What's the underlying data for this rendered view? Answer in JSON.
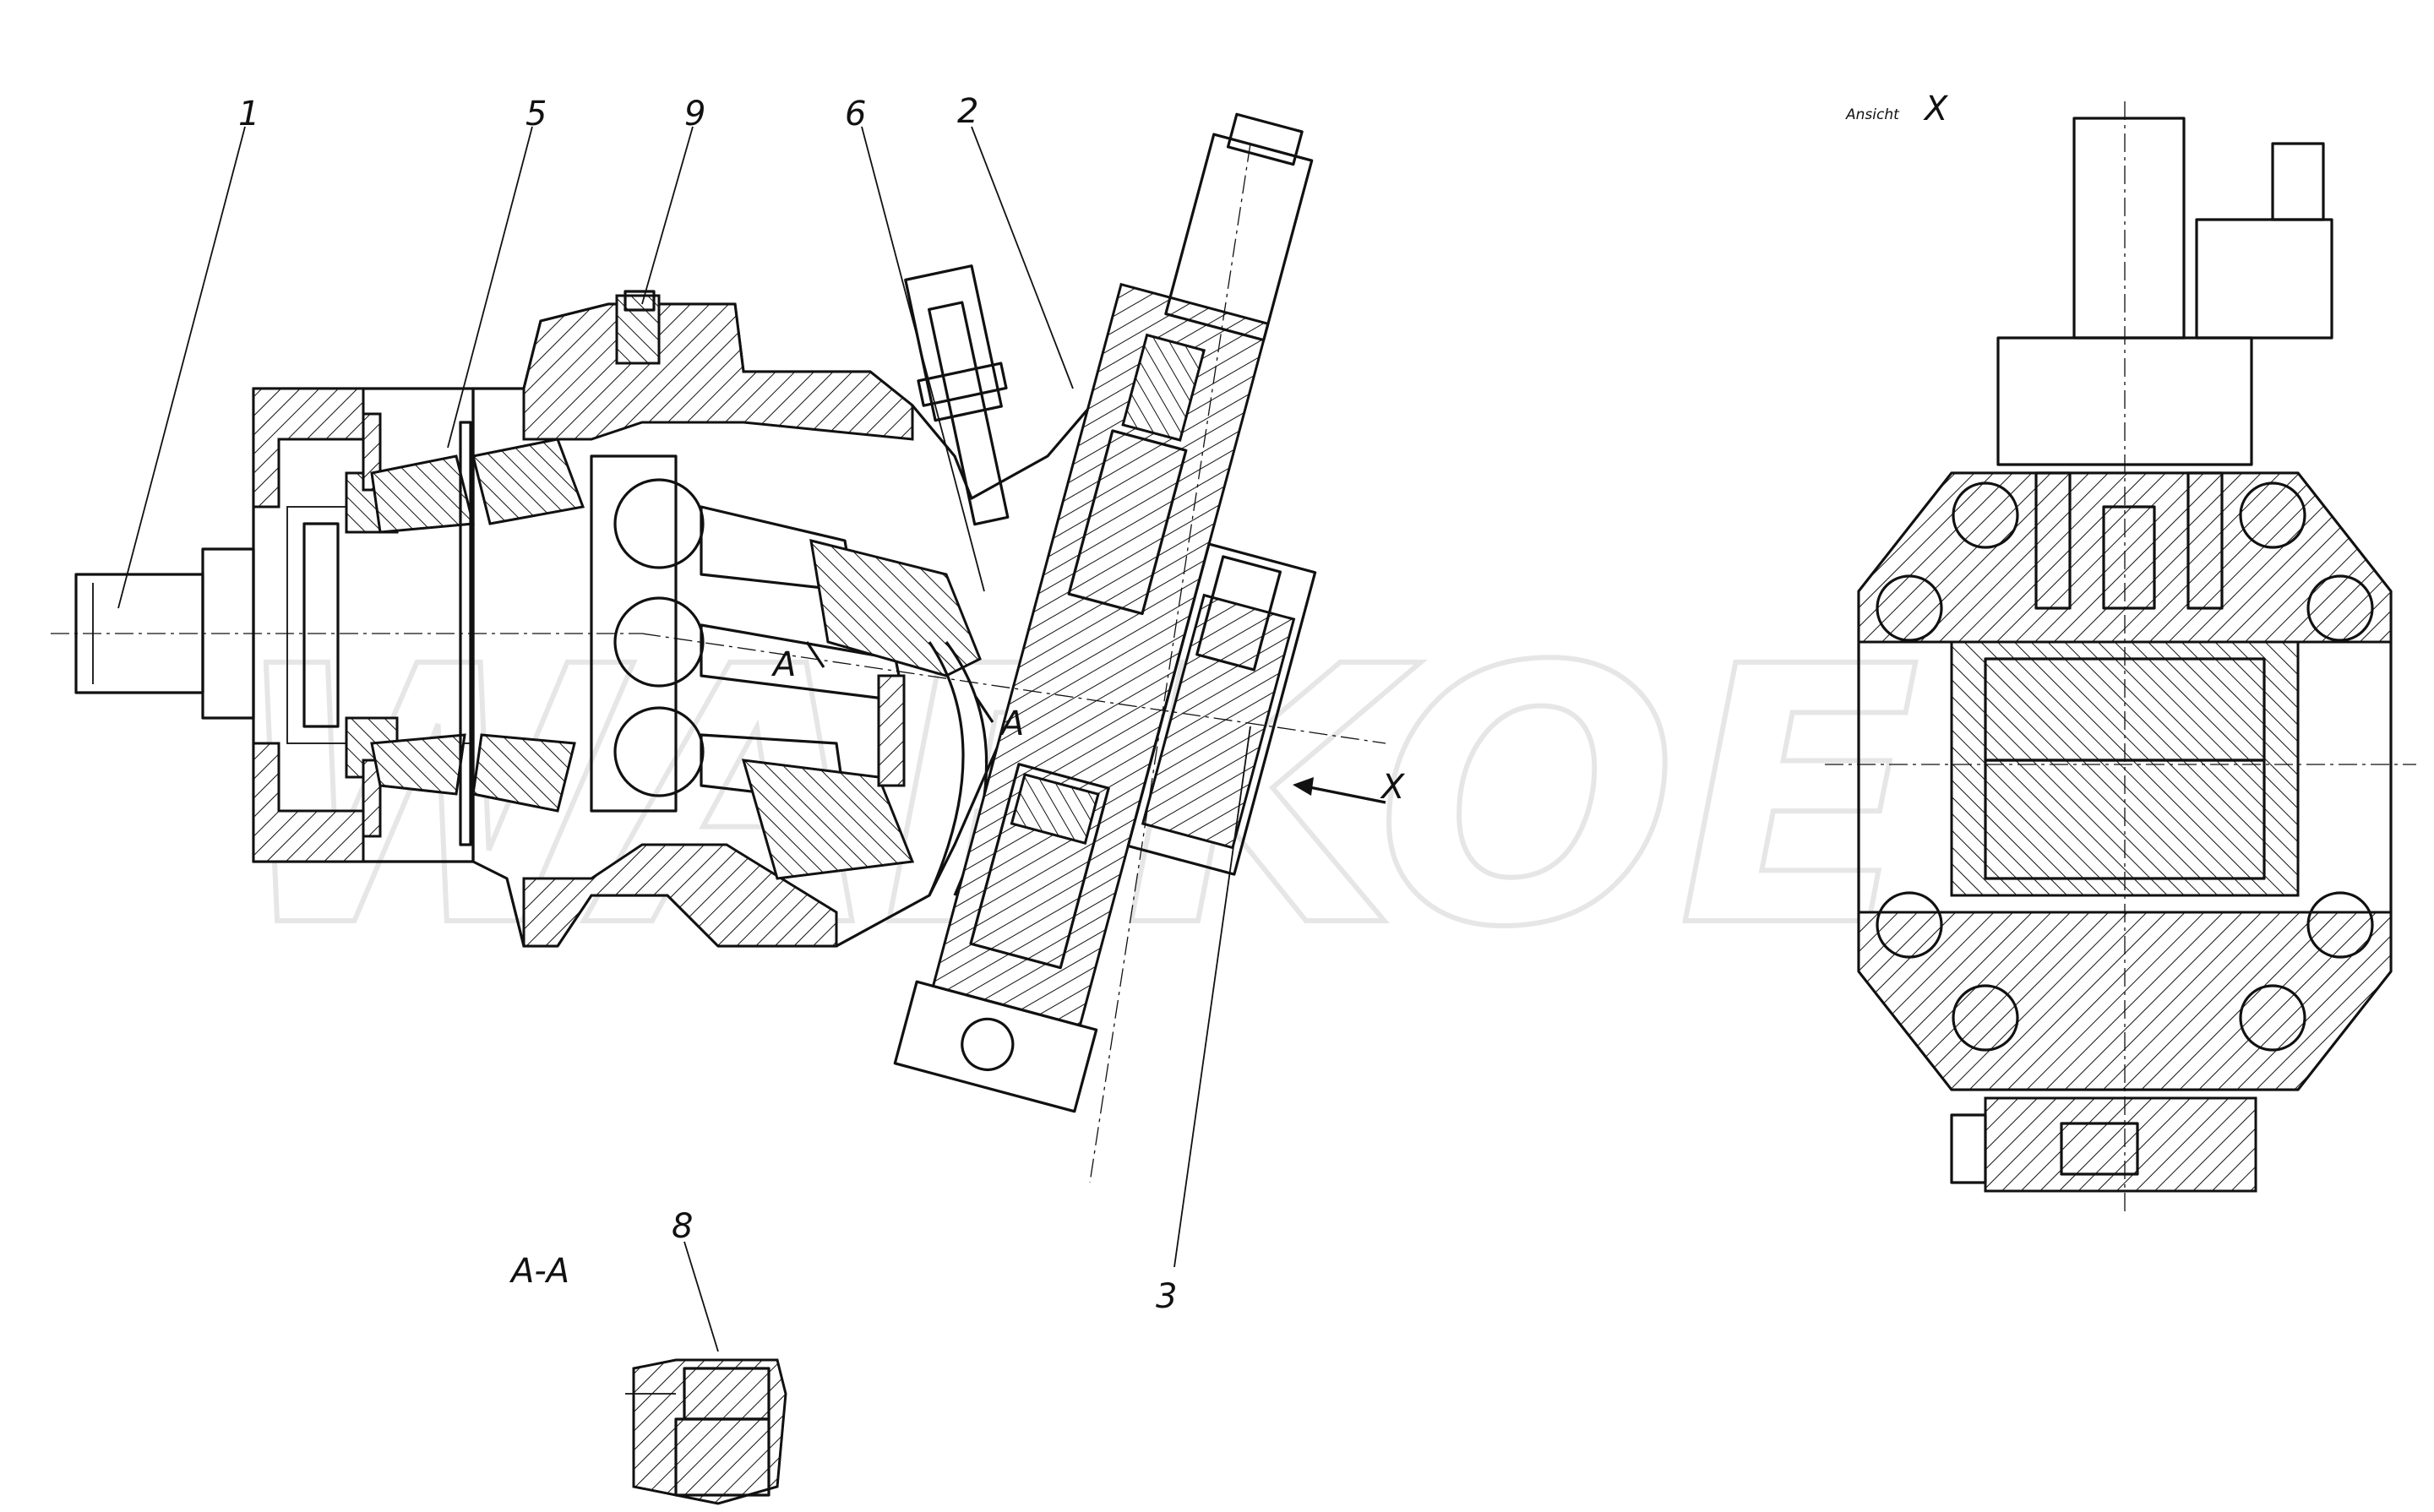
{
  "callouts": {
    "c1": "1",
    "c5": "5",
    "c9": "9",
    "c6": "6",
    "c2": "2",
    "c3": "3",
    "c8": "8"
  },
  "view_labels": {
    "ansicht": "Ansicht",
    "ansicht_letter": "X",
    "arrow_x": "X",
    "section_a_upper": "A",
    "section_a_lower": "A",
    "section_aa": "A-A"
  },
  "colors": {
    "ink": "#111111",
    "paper": "#ffffff",
    "watermark": "#e6e6e6"
  }
}
